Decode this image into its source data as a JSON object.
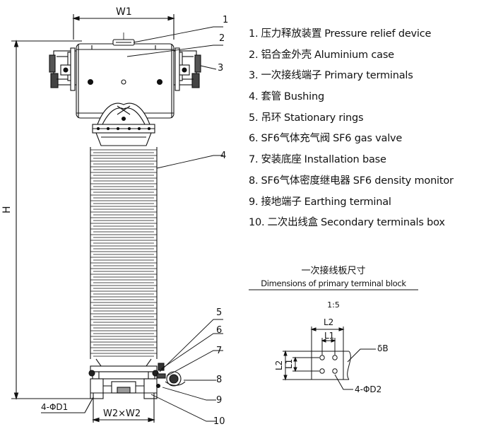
{
  "legend": [
    {
      "num": "1.",
      "cn": "压力释放装置",
      "en": "Pressure relief device"
    },
    {
      "num": "2.",
      "cn": "铝合金外壳",
      "en": "Aluminium case"
    },
    {
      "num": "3.",
      "cn": "一次接线端子",
      "en": "Primary terminals"
    },
    {
      "num": "4.",
      "cn": "套管",
      "en": "Bushing"
    },
    {
      "num": "5.",
      "cn": "吊环",
      "en": "Stationary rings"
    },
    {
      "num": "6.",
      "cn": "SF6气体充气阀",
      "en": "SF6 gas valve"
    },
    {
      "num": "7.",
      "cn": "安装底座",
      "en": "Installation base"
    },
    {
      "num": "8.",
      "cn": "SF6气体密度继电器",
      "en": "SF6 density monitor"
    },
    {
      "num": "9.",
      "cn": "接地端子",
      "en": "Earthing terminal"
    },
    {
      "num": "10.",
      "cn": "二次出线盒",
      "en": "Secondary terminals box"
    }
  ],
  "drawing_labels": {
    "width": "W1",
    "height": "H",
    "base_size": "W2×W2",
    "base_holes": "4-ΦD1",
    "callouts": [
      "1",
      "2",
      "3",
      "4",
      "5",
      "6",
      "7",
      "8",
      "9",
      "10"
    ]
  },
  "terminal_block": {
    "title_cn": "一次接线板尺寸",
    "title_en": "Dimensions of primary terminal block",
    "scale": "1:5",
    "labels": {
      "l2_top": "L2",
      "l1_top": "L1",
      "l2_side": "L2",
      "l1_side": "L1",
      "thickness": "δB",
      "holes": "4-ΦD2"
    }
  }
}
